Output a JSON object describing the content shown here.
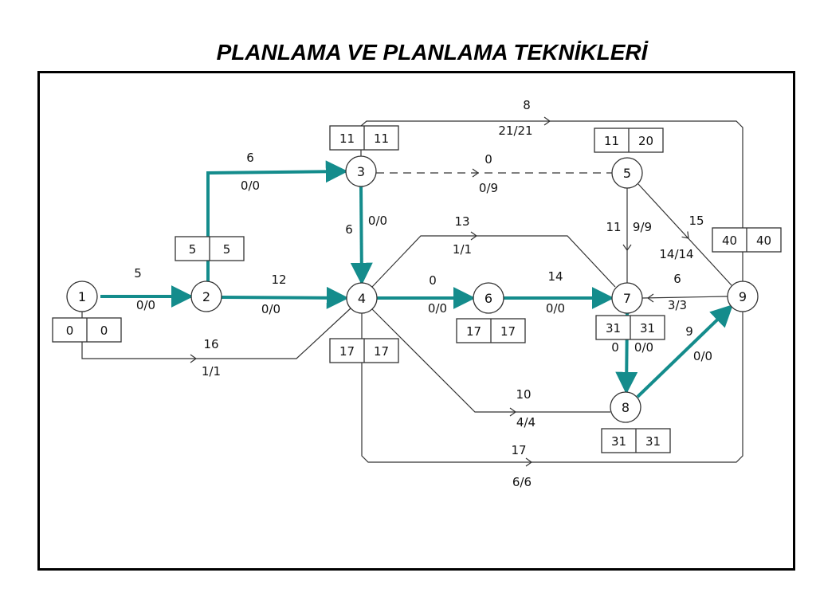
{
  "title": "PLANLAMA VE PLANLAMA TEKNİKLERİ",
  "colors": {
    "critical": "#148c8c",
    "normal": "#333333",
    "frame": "#000000"
  },
  "nodes": [
    {
      "id": "1",
      "times": [
        "0",
        "0"
      ]
    },
    {
      "id": "2",
      "times": [
        "5",
        "5"
      ]
    },
    {
      "id": "3",
      "times": [
        "11",
        "11"
      ]
    },
    {
      "id": "4",
      "times": [
        "17",
        "17"
      ]
    },
    {
      "id": "5",
      "times": [
        "11",
        "20"
      ]
    },
    {
      "id": "6",
      "times": [
        "17",
        "17"
      ]
    },
    {
      "id": "7",
      "times": [
        "31",
        "31"
      ]
    },
    {
      "id": "8",
      "times": [
        "31",
        "31"
      ]
    },
    {
      "id": "9",
      "times": [
        "40",
        "40"
      ]
    }
  ],
  "edges": [
    {
      "from": "1",
      "to": "2",
      "duration": "5",
      "slack": "0/0",
      "critical": true
    },
    {
      "from": "2",
      "to": "3",
      "duration": "6",
      "slack": "0/0",
      "critical": true
    },
    {
      "from": "2",
      "to": "4",
      "duration": "12",
      "slack": "0/0",
      "critical": true
    },
    {
      "from": "1",
      "to": "4",
      "duration": "16",
      "slack": "1/1",
      "critical": false
    },
    {
      "from": "3",
      "to": "4",
      "duration": "6",
      "slack": "0/0",
      "critical": true
    },
    {
      "from": "3",
      "to": "5",
      "duration": "0",
      "slack": "0/9",
      "critical": false,
      "dummy": true
    },
    {
      "from": "3",
      "to": "9",
      "duration": "8",
      "slack": "21/21",
      "critical": false
    },
    {
      "from": "4",
      "to": "6",
      "duration": "0",
      "slack": "0/0",
      "critical": true
    },
    {
      "from": "4",
      "to": "7",
      "duration": "13",
      "slack": "1/1",
      "critical": false
    },
    {
      "from": "4",
      "to": "8",
      "duration": "10",
      "slack": "4/4",
      "critical": false
    },
    {
      "from": "4",
      "to": "9",
      "duration": "17",
      "slack": "6/6",
      "critical": false
    },
    {
      "from": "5",
      "to": "7",
      "duration": "11",
      "slack": "9/9",
      "critical": false
    },
    {
      "from": "5",
      "to": "9",
      "duration": "15",
      "slack": "14/14",
      "critical": false
    },
    {
      "from": "6",
      "to": "7",
      "duration": "14",
      "slack": "0/0",
      "critical": true
    },
    {
      "from": "7",
      "to": "8",
      "duration": "0",
      "slack": "0/0",
      "critical": true
    },
    {
      "from": "7",
      "to": "9",
      "duration": "6",
      "slack": "3/3",
      "critical": false
    },
    {
      "from": "8",
      "to": "9",
      "duration": "9",
      "slack": "0/0",
      "critical": true
    }
  ]
}
